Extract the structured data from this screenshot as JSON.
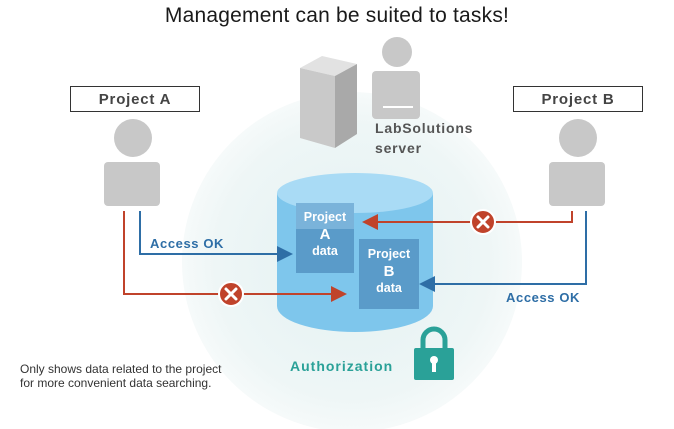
{
  "title": "Management can be suited to tasks!",
  "project_a": {
    "label": "Project A"
  },
  "project_b": {
    "label": "Project B"
  },
  "server": {
    "line1": "LabSolutions",
    "line2": "server"
  },
  "block_a": {
    "line1": "Project",
    "line2": "A",
    "line3": "data"
  },
  "block_b": {
    "line1": "Project",
    "line2": "B",
    "line3": "data"
  },
  "access_left": "Access OK",
  "access_right": "Access OK",
  "authorization": "Authorization",
  "note": {
    "line1": "Only shows data related to the project",
    "line2": "for more convenient data searching."
  },
  "icons": {
    "user_a": "user-icon",
    "user_b": "user-icon",
    "server": "server-icon",
    "admin": "user-icon",
    "denied": "x-circle-icon",
    "lock": "lock-icon"
  },
  "colors": {
    "allowed": "#2e6ea6",
    "denied": "#c0432b",
    "database": "#7ec6ec",
    "data_block": "#5a9bc9",
    "lock": "#2aa198",
    "figure": "#c8c8c8",
    "halo": "#eaf4f4"
  }
}
